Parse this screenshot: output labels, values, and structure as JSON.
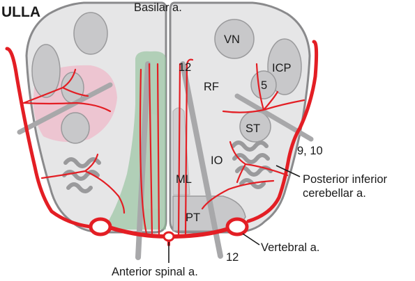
{
  "title": "ULLA",
  "labels": {
    "basilar": "Basilar a.",
    "vn": "VN",
    "icp": "ICP",
    "n12_top": "12",
    "n5": "5",
    "rf": "RF",
    "st": "ST",
    "n9_10": "9, 10",
    "io": "IO",
    "ml": "ML",
    "pt": "PT",
    "pica_line1": "Posterior inferior",
    "pica_line2": "cerebellar a.",
    "vertebral": "Vertebral a.",
    "n12_bottom": "12",
    "anterior_spinal": "Anterior spinal a."
  },
  "colors": {
    "artery": "#e31e24",
    "outline": "#8a8a8c",
    "medulla_fill": "#e6e6e7",
    "structure_fill": "#c8c8ca",
    "pyramid_shade": "#8dbf97",
    "lesion_shade": "#f2a9bf"
  }
}
